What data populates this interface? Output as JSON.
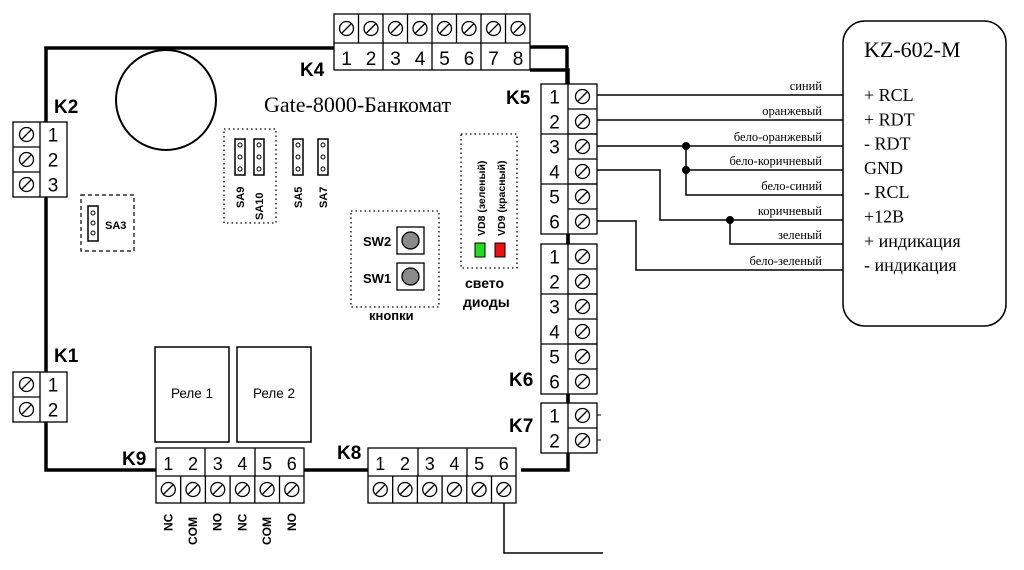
{
  "board": {
    "title": "Gate-8000-Банкомат",
    "colors": {
      "led_green": "#22dd22",
      "led_red": "#ee1111",
      "button_fill": "#8a8a8a"
    }
  },
  "connectors": {
    "K1": {
      "label": "K1",
      "pins": [
        "1",
        "2"
      ]
    },
    "K2": {
      "label": "K2",
      "pins": [
        "1",
        "2",
        "3"
      ]
    },
    "K4": {
      "label": "K4",
      "pins": [
        "1",
        "2",
        "3",
        "4",
        "5",
        "6",
        "7",
        "8"
      ]
    },
    "K5": {
      "label": "K5",
      "pins": [
        "1",
        "2",
        "3",
        "4",
        "5",
        "6"
      ]
    },
    "K6": {
      "label": "K6",
      "pins": [
        "1",
        "2",
        "3",
        "4",
        "5",
        "6"
      ]
    },
    "K7": {
      "label": "K7",
      "pins": [
        "1",
        "2"
      ]
    },
    "K8": {
      "label": "K8",
      "pins": [
        "1",
        "2",
        "3",
        "4",
        "5",
        "6"
      ]
    },
    "K9": {
      "label": "K9",
      "pins": [
        "1",
        "2",
        "3",
        "4",
        "5",
        "6"
      ],
      "pin_functions": [
        "NC",
        "COM",
        "NO",
        "NC",
        "COM",
        "NO"
      ]
    }
  },
  "jumpers": {
    "SA3": "SA3",
    "SA9": "SA9",
    "SA10": "SA10",
    "SA5": "SA5",
    "SA7": "SA7"
  },
  "buttons": {
    "group_label": "кнопки",
    "SW2": "SW2",
    "SW1": "SW1"
  },
  "leds": {
    "group_label_1": "свето",
    "group_label_2": "диоды",
    "VD8": "VD8 (зеленый)",
    "VD9": "VD9 (красный)"
  },
  "relays": [
    "Реле 1",
    "Реле 2"
  ],
  "device": {
    "title": "KZ-602-M",
    "terminals": [
      "+ RCL",
      "+ RDT",
      "- RDT",
      "GND",
      "- RCL",
      "+12В",
      "+ индикация",
      "- индикация"
    ]
  },
  "wires": [
    "синий",
    "оранжевый",
    "бело-оранжевый",
    "бело-коричневый",
    "бело-синий",
    "коричневый",
    "зеленый",
    "бело-зеленый"
  ]
}
